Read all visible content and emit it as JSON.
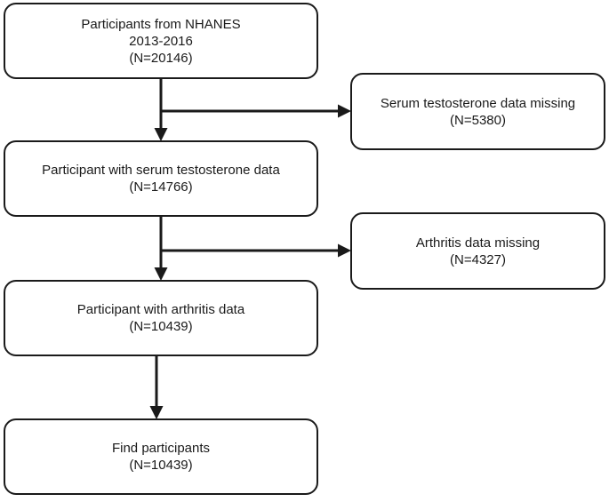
{
  "flowchart": {
    "nodes": {
      "start": {
        "line1": "Participants from NHANES",
        "line2": "2013-2016",
        "count": "(N=20146)"
      },
      "exclude_serum": {
        "line1": "Serum testosterone data missing",
        "count": "(N=5380)"
      },
      "serum": {
        "line1": "Participant with serum testosterone data",
        "count": "(N=14766)"
      },
      "exclude_arthritis": {
        "line1": "Arthritis data missing",
        "count": "(N=4327)"
      },
      "arthritis": {
        "line1": "Participant with arthritis data",
        "count": "(N=10439)"
      },
      "final": {
        "line1": "Find participants",
        "count": "(N=10439)"
      }
    },
    "edges": [
      {
        "from": "start",
        "to": "serum"
      },
      {
        "from": "start",
        "to": "exclude_serum"
      },
      {
        "from": "serum",
        "to": "arthritis"
      },
      {
        "from": "serum",
        "to": "exclude_arthritis"
      },
      {
        "from": "arthritis",
        "to": "final"
      }
    ],
    "colors": {
      "stroke": "#1a1a1a",
      "background": "#ffffff"
    }
  }
}
